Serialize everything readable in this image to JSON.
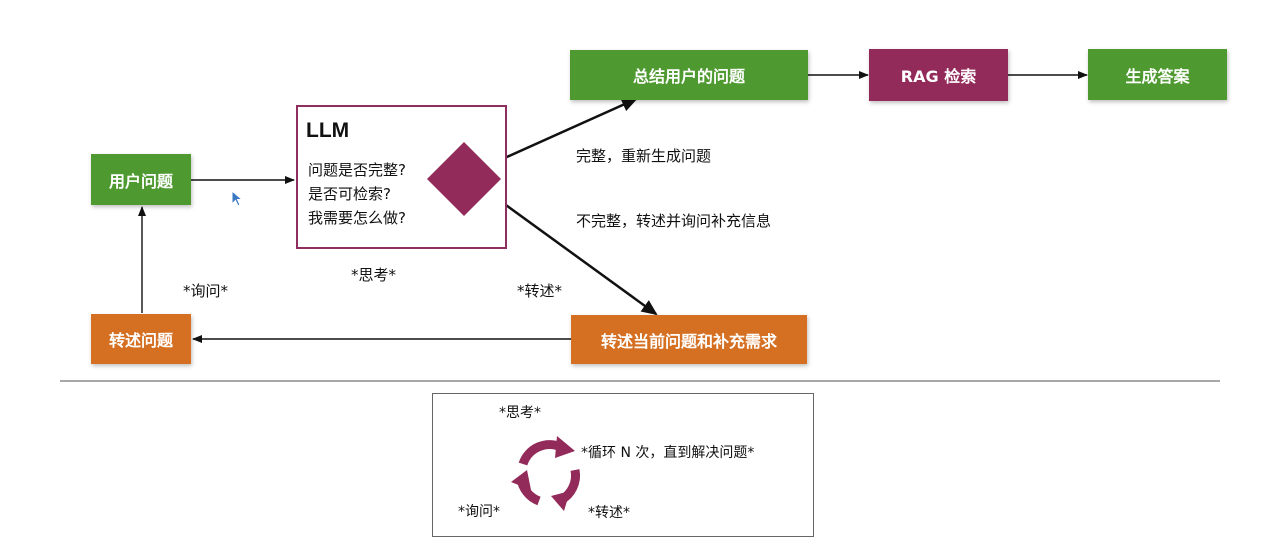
{
  "nodes": {
    "user_question": "用户问题",
    "summarize": "总结用户的问题",
    "rag": "RAG 检索",
    "generate": "生成答案",
    "restate_current": "转述当前问题和补充需求",
    "restate_question": "转述问题"
  },
  "llm": {
    "title": "LLM",
    "line1": "问题是否完整?",
    "line2": "是否可检索?",
    "line3": "我需要怎么做?"
  },
  "labels": {
    "complete": "完整，重新生成问题",
    "incomplete": "不完整，转述并询问补充信息",
    "think": "*思考*",
    "restate": "*转述*",
    "ask": "*询问*"
  },
  "legend": {
    "think": "*思考*",
    "loop": "*循环 N 次，直到解决问题*",
    "ask": "*询问*",
    "restate": "*转述*"
  },
  "colors": {
    "green": "#4e9a30",
    "orange": "#d56f22",
    "maroon": "#922a5a"
  },
  "icons": {
    "cycle": "circular-arrows-icon",
    "cursor": "mouse-cursor-icon"
  }
}
